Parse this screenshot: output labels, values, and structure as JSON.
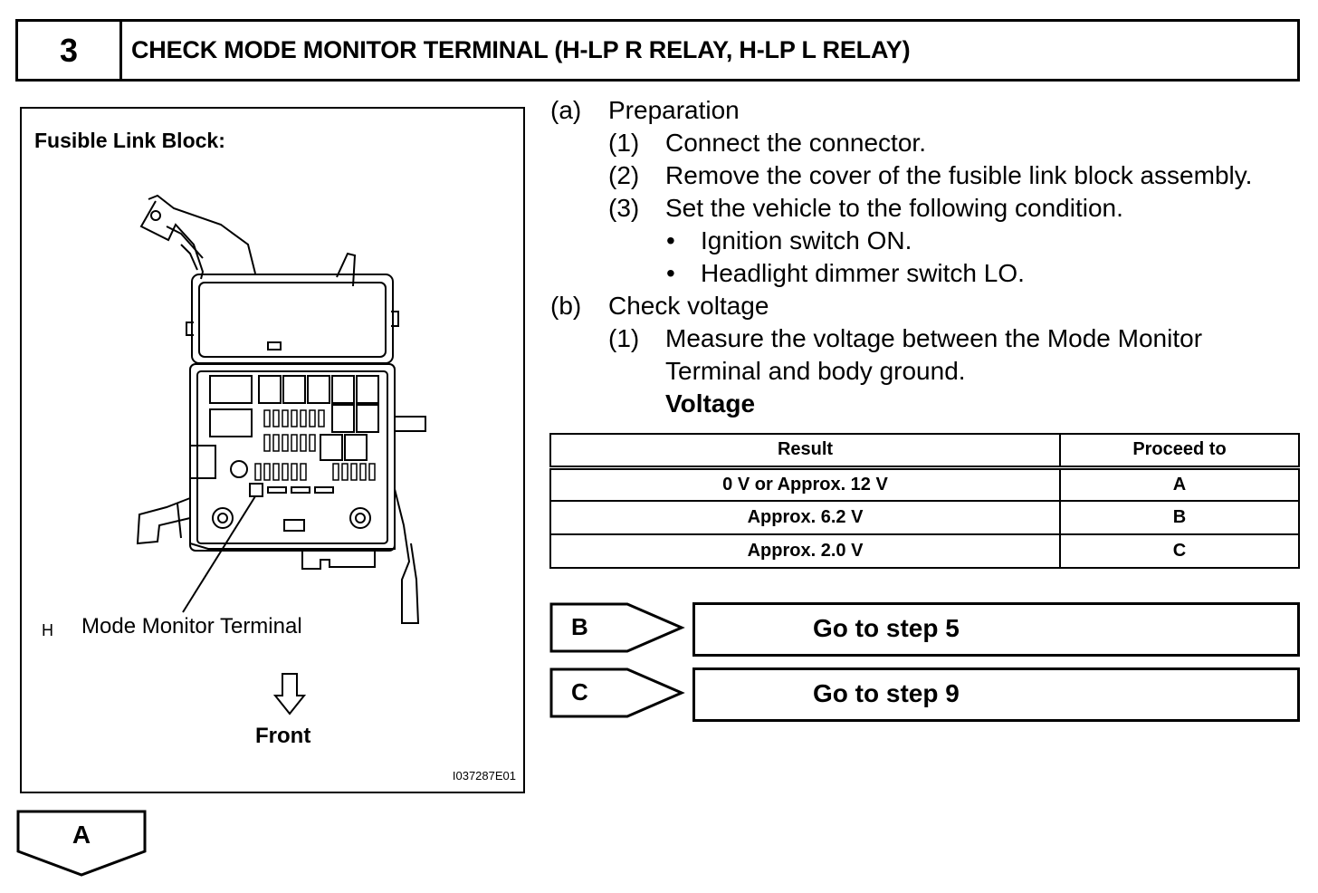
{
  "header": {
    "step_number": "3",
    "title": "CHECK MODE MONITOR TERMINAL (H-LP R RELAY, H-LP L RELAY)"
  },
  "figure": {
    "label": "Fusible Link Block:",
    "mark": "H",
    "callout": "Mode Monitor Terminal",
    "direction": "Front",
    "code": "I037287E01"
  },
  "instructions": {
    "a_label": "(a)",
    "a_text": "Preparation",
    "a_steps": [
      {
        "num": "(1)",
        "text": "Connect the connector."
      },
      {
        "num": "(2)",
        "text": "Remove the cover of the fusible link block assembly."
      },
      {
        "num": "(3)",
        "text": "Set the vehicle to the following condition."
      }
    ],
    "bullets": [
      "Ignition switch ON.",
      "Headlight dimmer switch LO."
    ],
    "bullet_char": "•",
    "b_label": "(b)",
    "b_text": "Check voltage",
    "b_step_num": "(1)",
    "b_step_line1": "Measure the voltage between the Mode Monitor",
    "b_step_line2": "Terminal and body ground.",
    "voltage_heading": "Voltage"
  },
  "table": {
    "headers": [
      "Result",
      "Proceed to"
    ],
    "rows": [
      [
        "0 V or Approx. 12 V",
        "A"
      ],
      [
        "Approx. 6.2 V",
        "B"
      ],
      [
        "Approx. 2.0 V",
        "C"
      ]
    ]
  },
  "goto": [
    {
      "letter": "B",
      "text": "Go to step 5"
    },
    {
      "letter": "C",
      "text": "Go to step 9"
    }
  ],
  "bottom_tab": "A"
}
